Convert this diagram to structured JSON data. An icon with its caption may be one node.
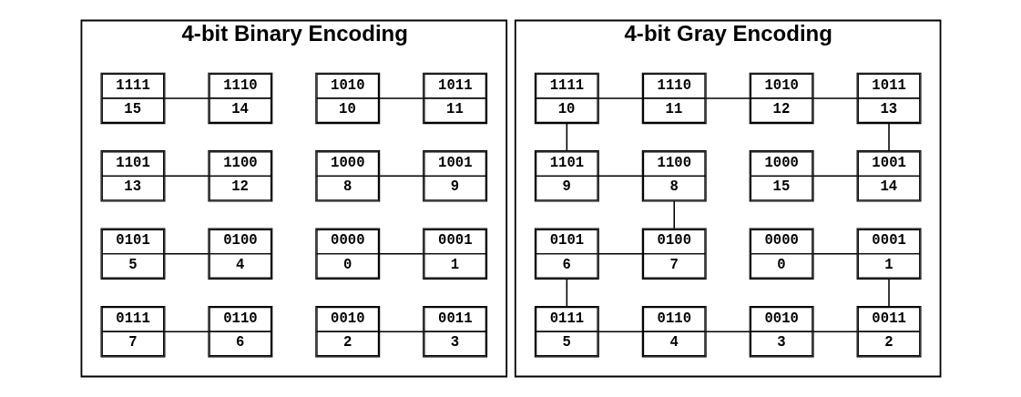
{
  "diagram": {
    "nodes": [
      {
        "text": [
          "4-bit Binary Encoding"
        ]
      },
      {
        "text": [
          "1111",
          "15"
        ],
        "in": 0
      },
      {
        "text": [
          "1110",
          "14"
        ],
        "in": 0
      },
      {
        "text": [
          "1010",
          "10"
        ],
        "in": 0
      },
      {
        "text": [
          "1011",
          "11"
        ],
        "in": 0
      },
      {
        "text": [
          "1101",
          "13"
        ],
        "in": 0
      },
      {
        "text": [
          "1100",
          "12"
        ],
        "in": 0
      },
      {
        "text": [
          "1000",
          "8"
        ],
        "in": 0
      },
      {
        "text": [
          "1001",
          "9"
        ],
        "in": 0
      },
      {
        "text": [
          "0101",
          "5"
        ],
        "in": 0
      },
      {
        "text": [
          "0100",
          "4"
        ],
        "in": 0
      },
      {
        "text": [
          "0000",
          "0"
        ],
        "in": 0
      },
      {
        "text": [
          "0001",
          "1"
        ],
        "in": 0
      },
      {
        "text": [
          "0111",
          "7"
        ],
        "in": 0
      },
      {
        "text": [
          "0110",
          "6"
        ],
        "in": 0
      },
      {
        "text": [
          "0010",
          "2"
        ],
        "in": 0
      },
      {
        "text": [
          "0011",
          "3"
        ],
        "in": 0
      },
      {
        "text": [
          "4-bit Gray Encoding"
        ]
      },
      {
        "text": [
          "1111",
          "10"
        ],
        "in": 17
      },
      {
        "text": [
          "1110",
          "11"
        ],
        "in": 17
      },
      {
        "text": [
          "1010",
          "12"
        ],
        "in": 17
      },
      {
        "text": [
          "1011",
          "13"
        ],
        "in": 17
      },
      {
        "text": [
          "1101",
          "9"
        ],
        "in": 17
      },
      {
        "text": [
          "1100",
          "8"
        ],
        "in": 17
      },
      {
        "text": [
          "1000",
          "15"
        ],
        "in": 17
      },
      {
        "text": [
          "1001",
          "14"
        ],
        "in": 17
      },
      {
        "text": [
          "0101",
          "6"
        ],
        "in": 17
      },
      {
        "text": [
          "0100",
          "7"
        ],
        "in": 17
      },
      {
        "text": [
          "0000",
          "0"
        ],
        "in": 17
      },
      {
        "text": [
          "0001",
          "1"
        ],
        "in": 17
      },
      {
        "text": [
          "0111",
          "5"
        ],
        "in": 17
      },
      {
        "text": [
          "0110",
          "4"
        ],
        "in": 17
      },
      {
        "text": [
          "0010",
          "3"
        ],
        "in": 17
      },
      {
        "text": [
          "0011",
          "2"
        ],
        "in": 17
      }
    ],
    "edges": [
      {
        "from": 1,
        "to": 2,
        "arrow": "none"
      },
      {
        "from": 3,
        "to": 4,
        "arrow": "none"
      },
      {
        "from": 5,
        "to": 6,
        "arrow": "none"
      },
      {
        "from": 7,
        "to": 8,
        "arrow": "none"
      },
      {
        "from": 9,
        "to": 10,
        "arrow": "none"
      },
      {
        "from": 11,
        "to": 12,
        "arrow": "none"
      },
      {
        "from": 13,
        "to": 14,
        "arrow": "none"
      },
      {
        "from": 15,
        "to": 16,
        "arrow": "none"
      },
      {
        "from": 18,
        "to": 19,
        "arrow": "none"
      },
      {
        "from": 19,
        "to": 20,
        "arrow": "none"
      },
      {
        "from": 20,
        "to": 21,
        "arrow": "none"
      },
      {
        "from": 18,
        "to": 22,
        "arrow": "none"
      },
      {
        "from": 21,
        "to": 25,
        "arrow": "none"
      },
      {
        "from": 22,
        "to": 23,
        "arrow": "none"
      },
      {
        "from": 24,
        "to": 25,
        "arrow": "none"
      },
      {
        "from": 23,
        "to": 27,
        "arrow": "none"
      },
      {
        "from": 26,
        "to": 27,
        "arrow": "none"
      },
      {
        "from": 28,
        "to": 29,
        "arrow": "none"
      },
      {
        "from": 26,
        "to": 30,
        "arrow": "none"
      },
      {
        "from": 29,
        "to": 33,
        "arrow": "none"
      },
      {
        "from": 30,
        "to": 31,
        "arrow": "none"
      },
      {
        "from": 31,
        "to": 32,
        "arrow": "none"
      },
      {
        "from": 32,
        "to": 33,
        "arrow": "none"
      }
    ]
  }
}
